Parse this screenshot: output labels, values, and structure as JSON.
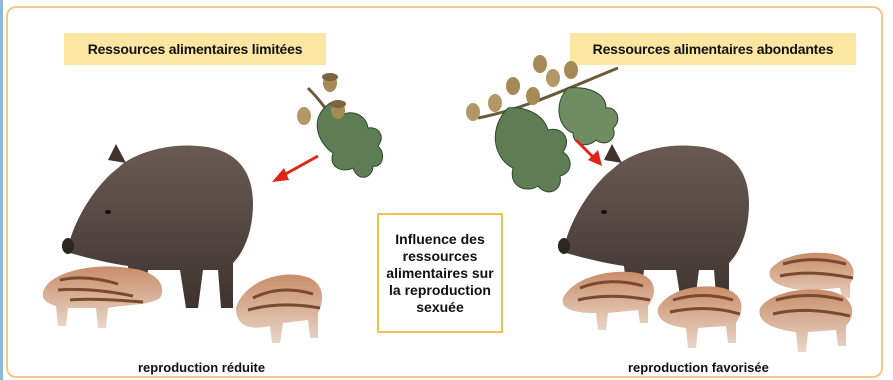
{
  "left_panel": {
    "title": "Ressources alimentaires limitées",
    "caption": "reproduction réduite"
  },
  "right_panel": {
    "title": "Ressources alimentaires abondantes",
    "caption": "reproduction favorisée"
  },
  "center_label": "Influence des ressources alimentaires sur la reproduction sexuée",
  "colors": {
    "frame_border": "#f2c98e",
    "title_fill": "#fbe7a1",
    "center_border": "#f1c24c",
    "arrow": "#e0261b",
    "boar": "#5a4a44",
    "leaf": "#5e7d55"
  }
}
